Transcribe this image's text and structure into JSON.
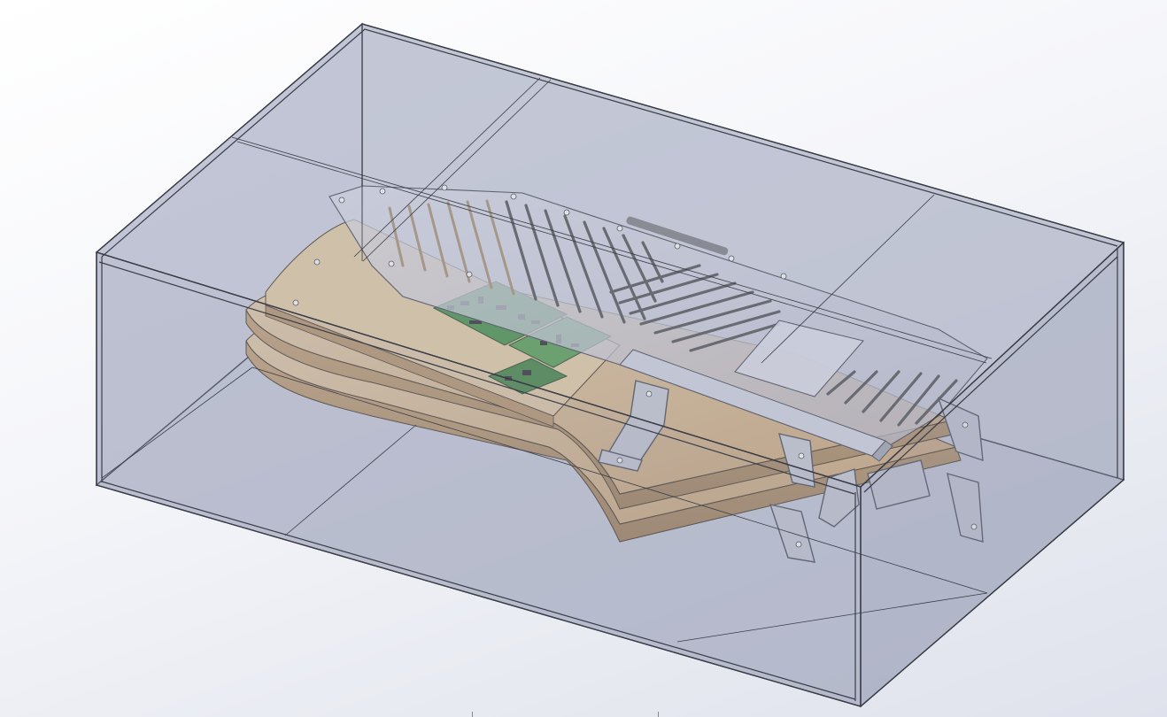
{
  "viewport": {
    "background": "#eef0f5",
    "view_mode": "shaded-with-edges",
    "transparency": "enclosure-transparent"
  },
  "model": {
    "enclosure": {
      "kind": "transparent-box",
      "color": "#a7abbf"
    },
    "top_plate": {
      "kind": "slotted-plate",
      "color": "#b9bccb"
    },
    "base_layers": {
      "kind": "wood-layers",
      "color": "#d9b98a"
    },
    "pcb": {
      "kind": "circuit-board",
      "color": "#3d8a3a"
    },
    "brackets": {
      "kind": "support-legs",
      "color": "#c6c9d2"
    }
  },
  "colors": {
    "edge": "#3a3d46",
    "glass_fill": "#9ea3bb",
    "wood_light": "#e2c397",
    "wood_dark": "#b58f5e",
    "pcb_green": "#3e8c3a",
    "metal": "#c3c6d0"
  }
}
